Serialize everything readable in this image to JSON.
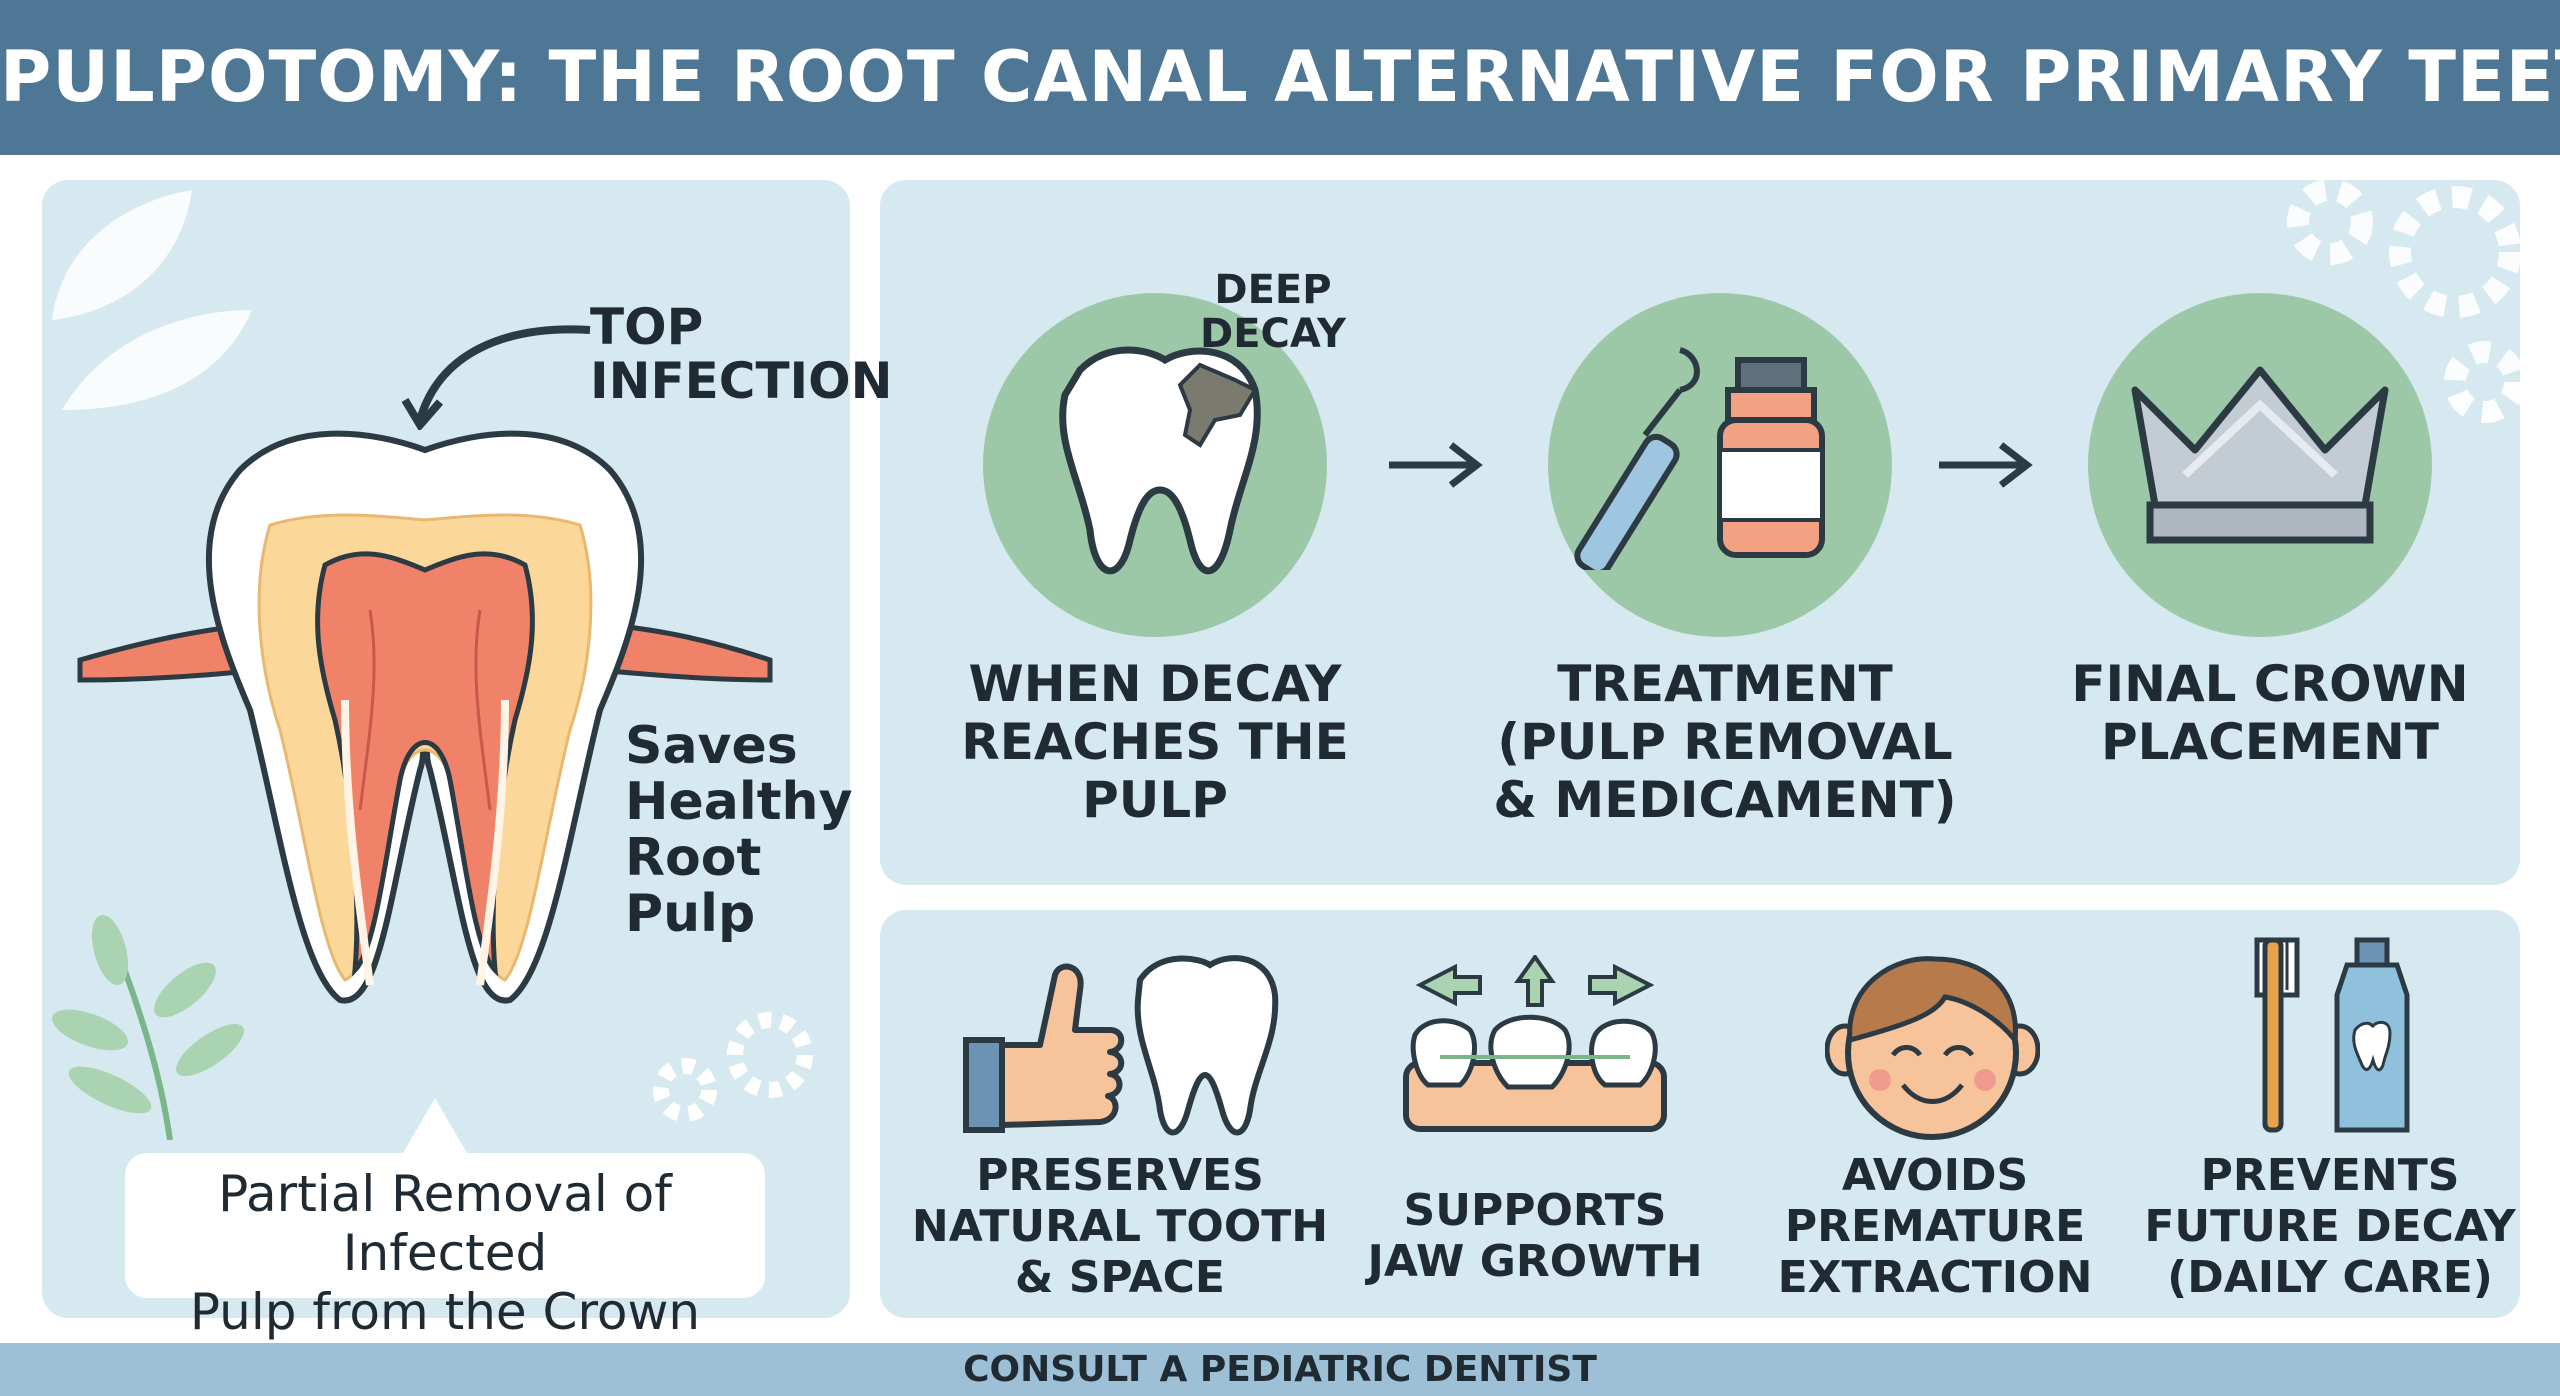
{
  "header": {
    "title": "PULPOTOMY: THE ROOT CANAL ALTERNATIVE FOR PRIMARY TEETH"
  },
  "tooth_diagram": {
    "top_label": "TOP\nINFECTION",
    "side_label": "Saves\nHealthy\nRoot\nPulp",
    "callout": "Partial Removal of Infected\nPulp from the Crown"
  },
  "process": {
    "decay_label": "DEEP\nDECAY",
    "steps": [
      {
        "label": "WHEN DECAY\nREACHES THE PULP",
        "icon": "decayed-tooth-icon"
      },
      {
        "label": "TREATMENT\n(PULP REMOVAL\n& MEDICAMENT)",
        "icon": "dental-tools-icon"
      },
      {
        "label": "FINAL CROWN\nPLACEMENT",
        "icon": "crown-icon"
      }
    ]
  },
  "benefits": [
    {
      "label": "PRESERVES\nNATURAL TOOTH\n& SPACE",
      "icon": "thumbs-up-tooth-icon"
    },
    {
      "label": "SUPPORTS\nJAW GROWTH",
      "icon": "jaw-growth-icon"
    },
    {
      "label": "AVOIDS\nPREMATURE\nEXTRACTION",
      "icon": "happy-child-icon"
    },
    {
      "label": "PREVENTS\nFUTURE DECAY\n(DAILY CARE)",
      "icon": "toothbrush-toothpaste-icon"
    }
  ],
  "footer": {
    "text": "CONSULT A PEDIATRIC DENTIST"
  },
  "colors": {
    "header": "#4e7796",
    "panel": "#d6e8f0",
    "circle": "#9dc8a8",
    "pulp": "#f0826a",
    "footer": "#9ec0d6"
  }
}
